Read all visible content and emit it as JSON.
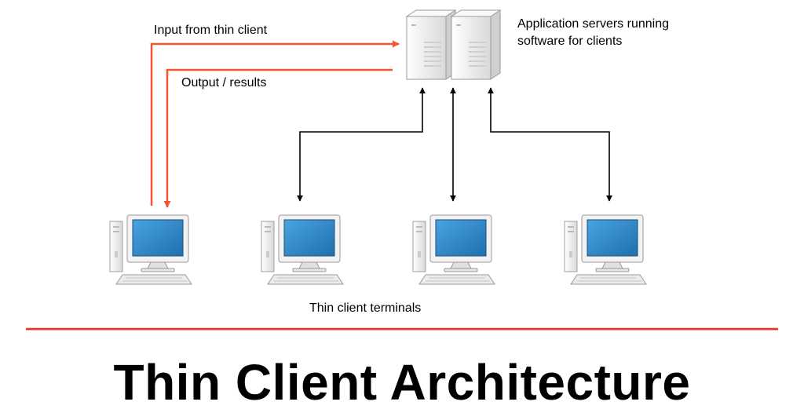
{
  "diagram": {
    "input_label": "Input from thin client",
    "output_label": "Output / results",
    "servers_label_line1": "Application servers running",
    "servers_label_line2": "software for clients",
    "terminals_label": "Thin client terminals",
    "terminal_count": 4,
    "server_count": 2
  },
  "title": "Thin Client Architecture",
  "colors": {
    "flow_arrow": "#f2542d",
    "connection_arrow": "#000000",
    "divider": "#e8322a",
    "screen": "#2f86c8",
    "case": "#f3f3f3"
  },
  "icons": [
    "server-icon",
    "computer-icon"
  ]
}
